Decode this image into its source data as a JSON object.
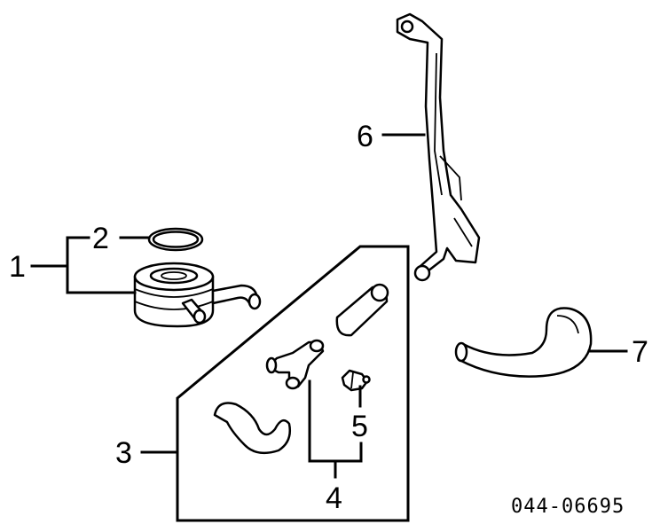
{
  "callouts": {
    "c1": "1",
    "c2": "2",
    "c3": "3",
    "c4": "4",
    "c5": "5",
    "c6": "6",
    "c7": "7"
  },
  "diagram_code": "044-06695"
}
